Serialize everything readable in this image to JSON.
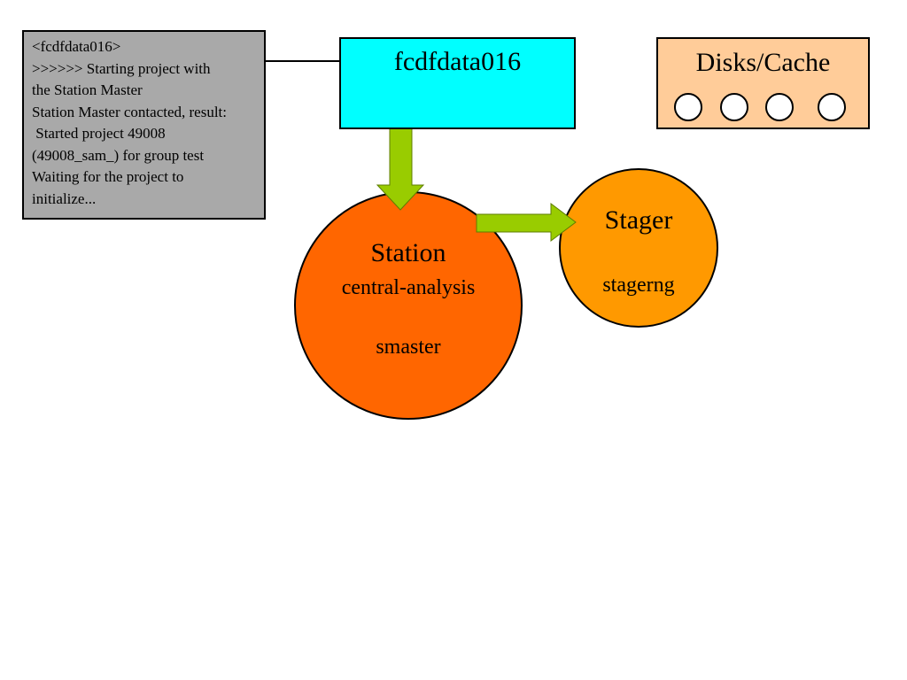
{
  "log_panel": {
    "lines": [
      "<fcdfdata016>",
      ">>>>>> Starting project with",
      "the Station Master",
      "Station Master contacted, result:",
      " Started project 49008",
      "(49008_sam_) for group test",
      "Waiting for the project to",
      "initialize..."
    ]
  },
  "host": {
    "title": "fcdfdata016"
  },
  "disks_cache": {
    "title": "Disks/Cache",
    "disk_count": 4
  },
  "station": {
    "title": "Station",
    "name": "central-analysis",
    "process": "smaster"
  },
  "stager": {
    "title": "Stager",
    "name": "stagerng"
  },
  "colors": {
    "log_panel_fill": "#a9a9a9",
    "host_fill": "#00ffff",
    "disks_fill": "#ffcc99",
    "station_fill": "#ff6600",
    "stager_fill": "#ff9900",
    "arrow_fill": "#99cc00",
    "outline": "#000000"
  }
}
